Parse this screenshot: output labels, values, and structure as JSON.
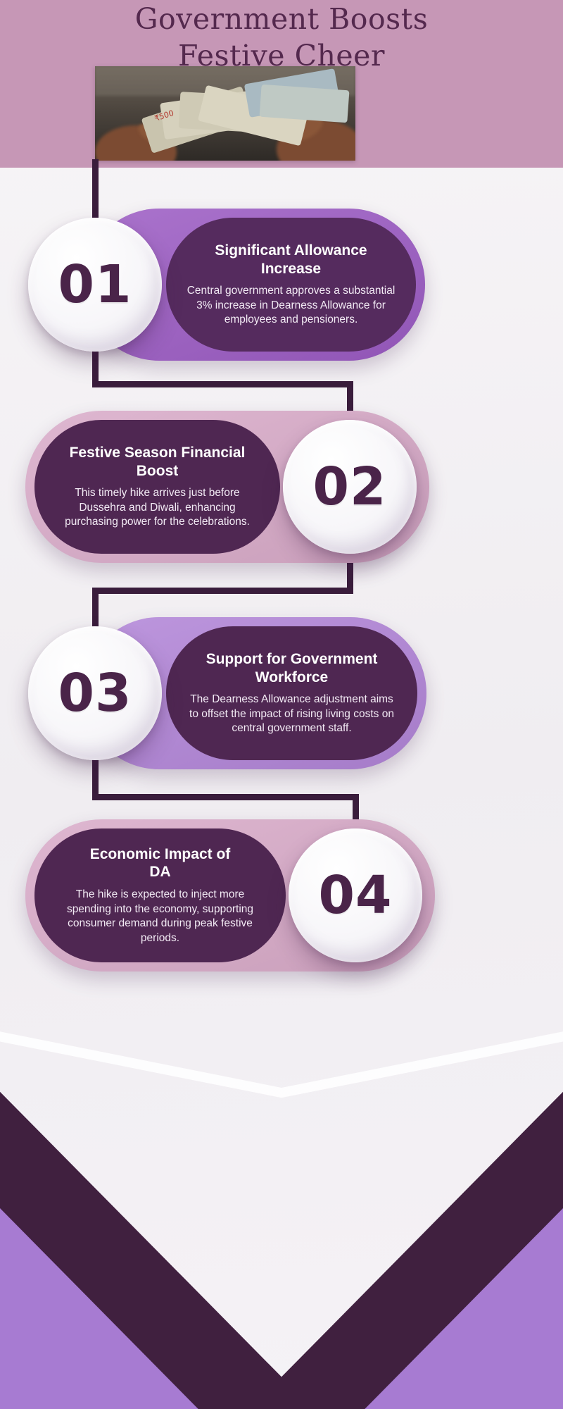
{
  "header": {
    "title_line1": "Government Boosts",
    "title_line2": "Festive Cheer"
  },
  "photo": {
    "note_label": "₹500"
  },
  "timeline": {
    "steps": [
      {
        "number": "01",
        "title": "Significant Allowance Increase",
        "description": "Central government approves a substantial 3% increase in Dearness Allowance for employees and pensioners.",
        "circle_side": "left",
        "outer_color": "#9c5cc4",
        "inner_color": "#552b5e"
      },
      {
        "number": "02",
        "title": "Festive Season Financial Boost",
        "description": "This timely hike arrives just before Dussehra and Diwali, enhancing purchasing power for the celebrations.",
        "circle_side": "right",
        "outer_color": "#d9abc9",
        "inner_color": "#4f2752"
      },
      {
        "number": "03",
        "title": "Support for Government Workforce",
        "description": "The Dearness Allowance adjustment aims to offset the impact of rising living costs on central government staff.",
        "circle_side": "left",
        "outer_color": "#b285d8",
        "inner_color": "#4f2752"
      },
      {
        "number": "04",
        "title": "Economic Impact of DA",
        "description": "The hike is expected to inject more spending into the economy, supporting consumer demand during peak festive periods.",
        "circle_side": "right",
        "outer_color": "#d9abc9",
        "inner_color": "#4f2752"
      }
    ]
  },
  "colors": {
    "header_background": "#c697b6",
    "title_text": "#54294e",
    "connector": "#3a1d3c",
    "number_text": "#4a2449",
    "footer_dark": "#40203f",
    "footer_light": "#a77bd2"
  }
}
